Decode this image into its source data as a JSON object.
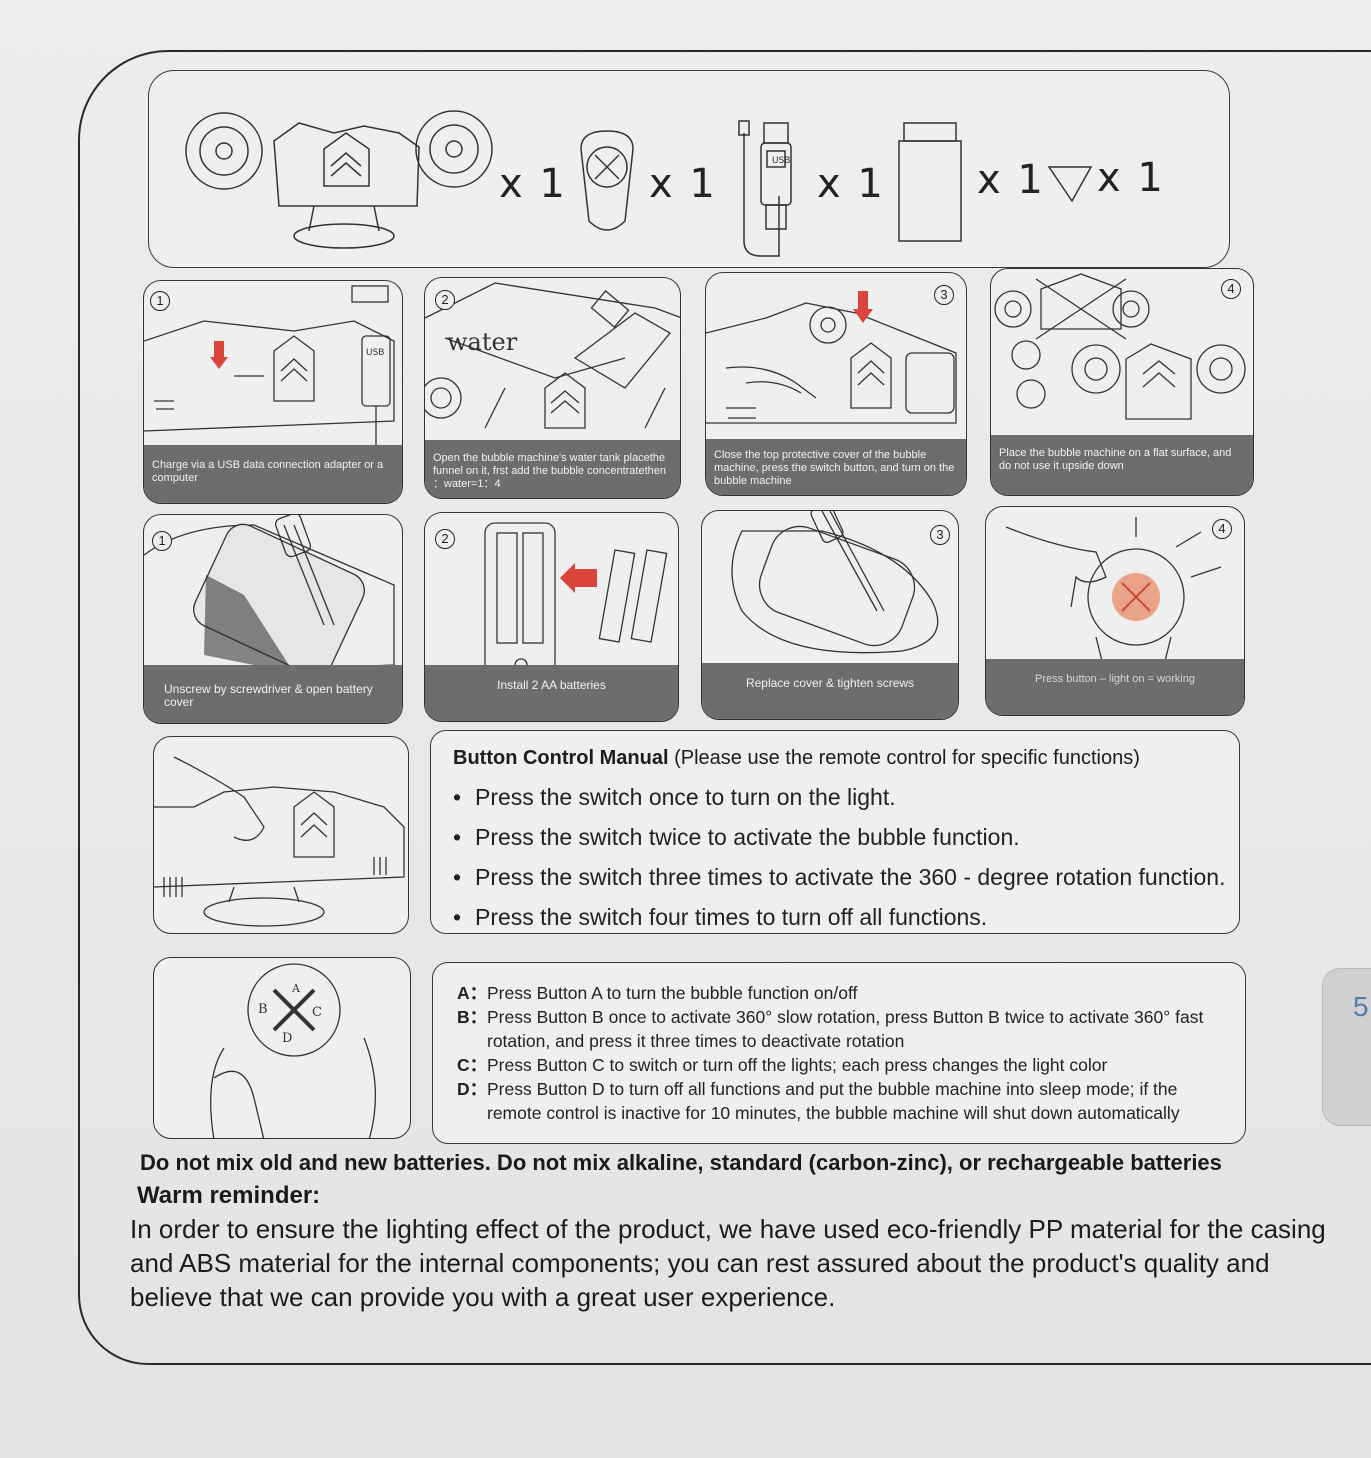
{
  "contents": {
    "qty_machine": "x 1",
    "qty_remote": "x 1",
    "qty_cable": "x 1",
    "qty_bottle": "x 1",
    "qty_funnel": "x 1",
    "usb_label": "USB"
  },
  "steps_row1": [
    {
      "num": "1",
      "caption": "Charge via a USB data connection adapter or a computer",
      "usb_label": "USB"
    },
    {
      "num": "2",
      "caption": "Open the bubble machine's water tank placethe funnel on it, frst add the bubble concentratethen ：water=1：4",
      "water_label": "water"
    },
    {
      "num": "3",
      "caption": "Close the top protective cover of the bubble machine, press the switch button, and turn on the bubble machine"
    },
    {
      "num": "4",
      "caption": "Place the bubble machine on a flat surface, and do not use it upside down"
    }
  ],
  "steps_row2": [
    {
      "num": "1",
      "caption": "Unscrew by screwdriver & open battery cover"
    },
    {
      "num": "2",
      "caption": "Install 2 AA batteries"
    },
    {
      "num": "3",
      "caption": "Replace cover & tighten screws"
    },
    {
      "num": "4",
      "caption": "Press button – light on = working"
    }
  ],
  "button_manual": {
    "title_bold": "Button Control Manual",
    "title_rest": " (Please use the remote control for specific functions)",
    "items": [
      "Press the switch once to turn on the light.",
      "Press the switch twice to activate the bubble function.",
      "Press the switch three times to activate the 360 - degree rotation function.",
      "Press the switch four times to turn off all functions."
    ]
  },
  "remote": {
    "labels": {
      "a": "A",
      "b": "B",
      "c": "C",
      "d": "D"
    },
    "lines": [
      {
        "key": "A：",
        "text": "Press Button A to turn the bubble function on/off"
      },
      {
        "key": "B：",
        "text": "Press Button B once to activate 360° slow rotation, press Button B twice to activate 360° fast"
      },
      {
        "key": "",
        "text": "rotation, and press it three times to deactivate rotation"
      },
      {
        "key": "C：",
        "text": "Press Button C to switch or turn off the lights; each press changes the light color"
      },
      {
        "key": "D：",
        "text": "Press Button D to turn off all functions and put the bubble machine into sleep mode; if the"
      },
      {
        "key": "",
        "text": "remote control is inactive for 10 minutes, the bubble machine will shut down automatically"
      }
    ]
  },
  "warning": "Do not mix old and new batteries. Do not mix alkaline, standard (carbon-zinc), or rechargeable batteries",
  "reminder": {
    "title": "Warm reminder:",
    "lines": [
      "In order to ensure the lighting effect of the product, we have used eco-friendly PP material for the casing",
      "and ABS material for the internal components; you can rest assured about the product's quality and",
      "believe that we can provide you with a great user experience."
    ]
  },
  "edge_tab_text": "5"
}
